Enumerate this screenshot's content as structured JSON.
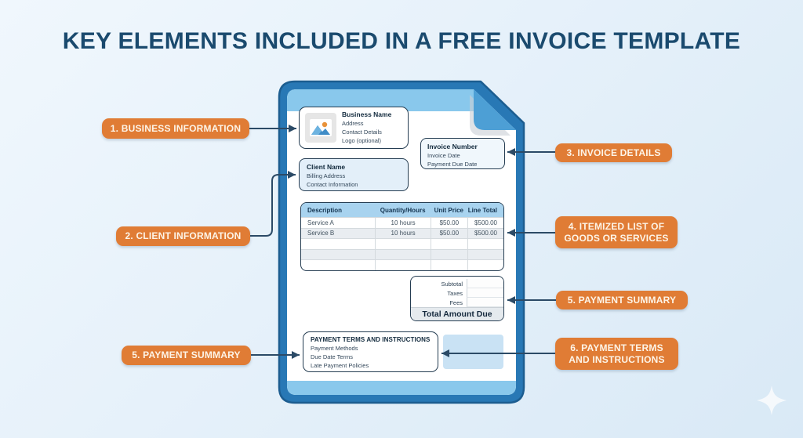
{
  "title": "KEY ELEMENTS INCLUDED IN A FREE INVOICE TEMPLATE",
  "callouts": {
    "left": [
      "1. BUSINESS INFORMATION",
      "2. CLIENT INFORMATION",
      "5. PAYMENT SUMMARY"
    ],
    "right": [
      "3. INVOICE DETAILS",
      "4. ITEMIZED LIST OF GOODS OR SERVICES",
      "5. PAYMENT SUMMARY",
      "6. PAYMENT TERMS AND INSTRUCTIONS"
    ]
  },
  "invoice": {
    "business": {
      "title": "Business Name",
      "line1": "Address",
      "line2": "Contact Details",
      "line3": "Logo (optional)"
    },
    "client": {
      "title": "Client Name",
      "line1": "Billing Address",
      "line2": "Contact Information"
    },
    "details": {
      "title": "Invoice Number",
      "line1": "Invoice Date",
      "line2": "Payment Due Date"
    },
    "table": {
      "headers": [
        "Description",
        "Quantity/Hours",
        "Unit Price",
        "Line Total"
      ],
      "rows": [
        [
          "Service A",
          "10 hours",
          "$50.00",
          "$500.00"
        ],
        [
          "Service B",
          "10 hours",
          "$50.00",
          "$500.00"
        ],
        [
          "",
          "",
          "",
          ""
        ],
        [
          "",
          "",
          "",
          ""
        ],
        [
          "",
          "",
          "",
          ""
        ]
      ]
    },
    "summary": {
      "row1": "Subtotal",
      "row2": "Taxes",
      "row3": "Fees",
      "total": "Total Amount Due"
    },
    "terms": {
      "title": "PAYMENT TERMS AND INSTRUCTIONS",
      "line1": "Payment Methods",
      "line2": "Due Date Terms",
      "line3": "Late Payment Policies"
    }
  },
  "icons": {
    "logo_placeholder": "image-icon",
    "page_fold": "folded-corner-icon",
    "sparkle": "sparkle-icon"
  },
  "colors": {
    "accent_orange": "#E07C35",
    "doc_border_blue": "#2878B5",
    "band_blue": "#89C8EC",
    "fold_blue": "#4D9FD5",
    "table_header_blue": "#A8D3EF",
    "title_navy": "#1A4A6E",
    "connector_navy": "#2B4A66",
    "background_blue": "#E6F1FA"
  }
}
